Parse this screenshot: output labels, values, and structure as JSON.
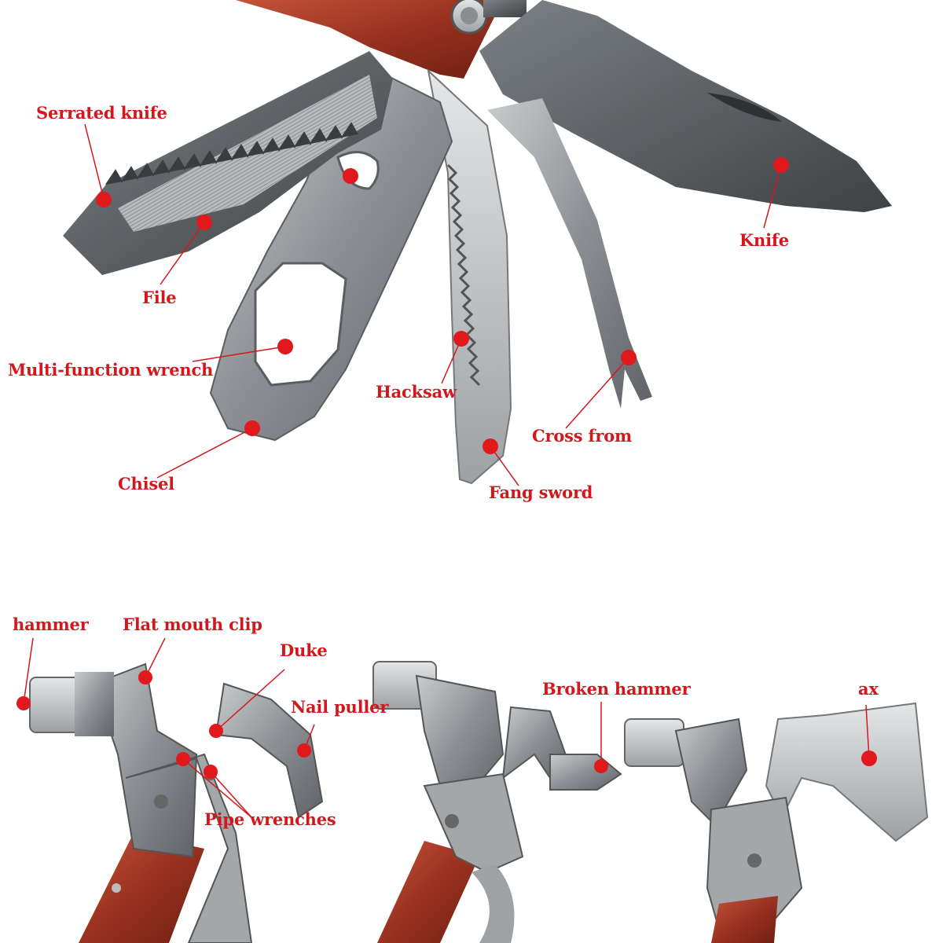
{
  "top_figure": {
    "labels": {
      "serrated_knife": "Serrated knife",
      "file": "File",
      "multi_function_wrench": "Multi-function wrench",
      "chisel": "Chisel",
      "hacksaw": "Hacksaw",
      "fang_sword": "Fang sword",
      "cross_from": "Cross from",
      "knife": "Knife"
    }
  },
  "bottom_figure": {
    "labels": {
      "hammer": "hammer",
      "flat_mouth_clip": "Flat mouth clip",
      "duke": "Duke",
      "nail_puller": "Nail puller",
      "pipe_wrenches": "Pipe wrenches",
      "broken_hammer": "Broken hammer",
      "ax": "ax"
    }
  },
  "colors": {
    "annotation_red": "#d4171c",
    "steel": "#8f9499",
    "wood_handle": "#a83a25"
  },
  "icons": [
    "multi-tool-knife-image",
    "multi-tool-hammer-image",
    "annotation-dot-icon"
  ]
}
